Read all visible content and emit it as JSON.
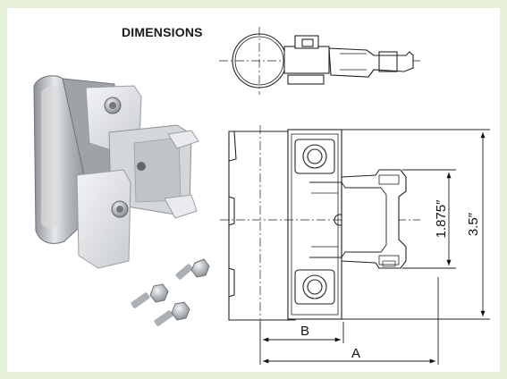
{
  "title": "DIMENSIONS",
  "dimensions": {
    "a": "A",
    "b": "B",
    "spacing": "1.875″",
    "height": "3.5″"
  },
  "colors": {
    "border": "#e6f0d8",
    "panel": "#ffffff",
    "line": "#222222",
    "metal": "#b9bcbf",
    "plastic": "#e4e6ea"
  }
}
